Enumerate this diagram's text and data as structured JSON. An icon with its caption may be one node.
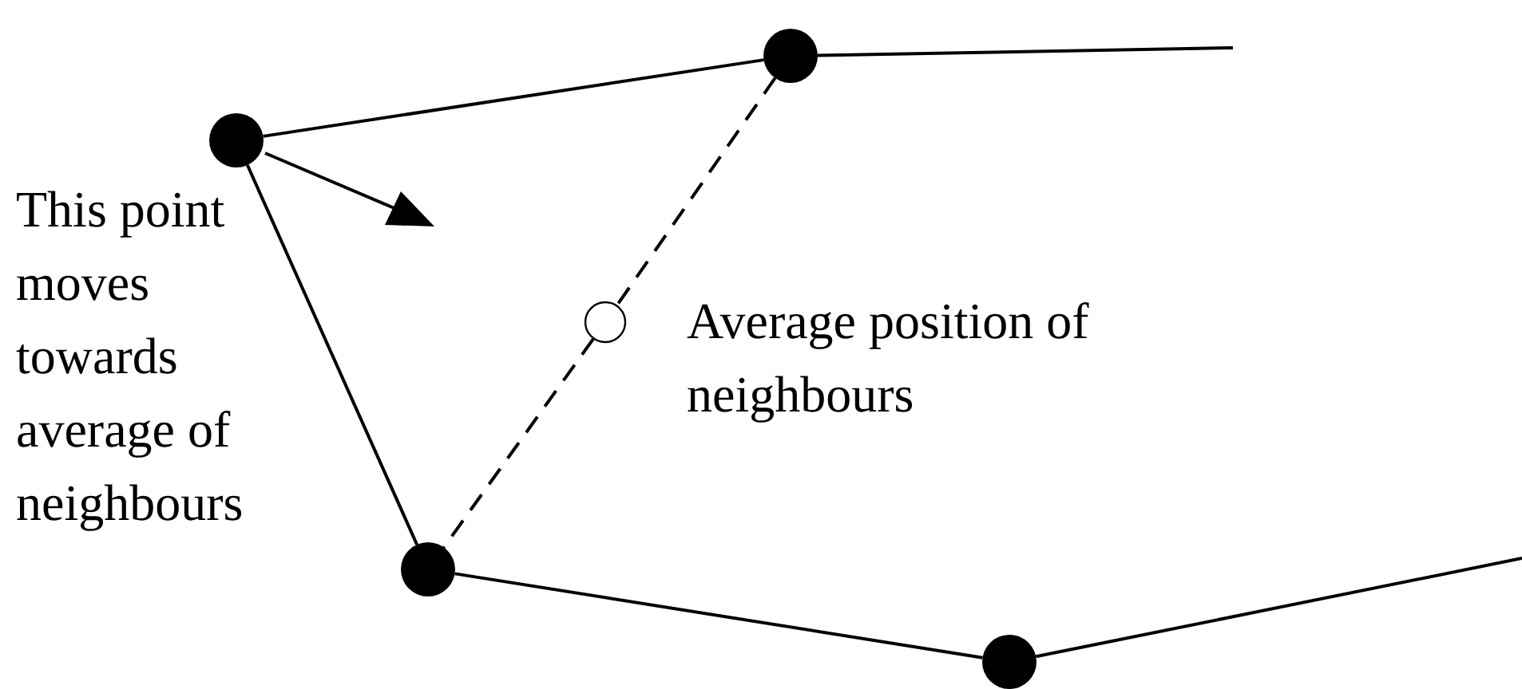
{
  "diagram": {
    "nodes": [
      {
        "text": [],
        "shape": "circle",
        "beside": [
          "This point moves towards average of neighbours"
        ]
      },
      {
        "text": [],
        "shape": "circle"
      },
      {
        "text": [],
        "shape": "circle"
      },
      {
        "text": [],
        "shape": "circle"
      },
      {
        "text": [],
        "shape": "circle",
        "beside": [
          "Average position of neighbours"
        ]
      }
    ],
    "edges": [
      {
        "from": 0,
        "to": 1,
        "arrow": "none"
      },
      {
        "from": 1,
        "to": null,
        "arrow": "none"
      },
      {
        "from": 0,
        "to": 2,
        "arrow": "none"
      },
      {
        "from": 2,
        "to": 3,
        "arrow": "none"
      },
      {
        "from": 3,
        "to": null,
        "arrow": "none"
      },
      {
        "from": 1,
        "to": 4,
        "arrow": "none",
        "style": "dashed"
      },
      {
        "from": 4,
        "to": 2,
        "arrow": "none",
        "style": "dashed"
      }
    ]
  }
}
